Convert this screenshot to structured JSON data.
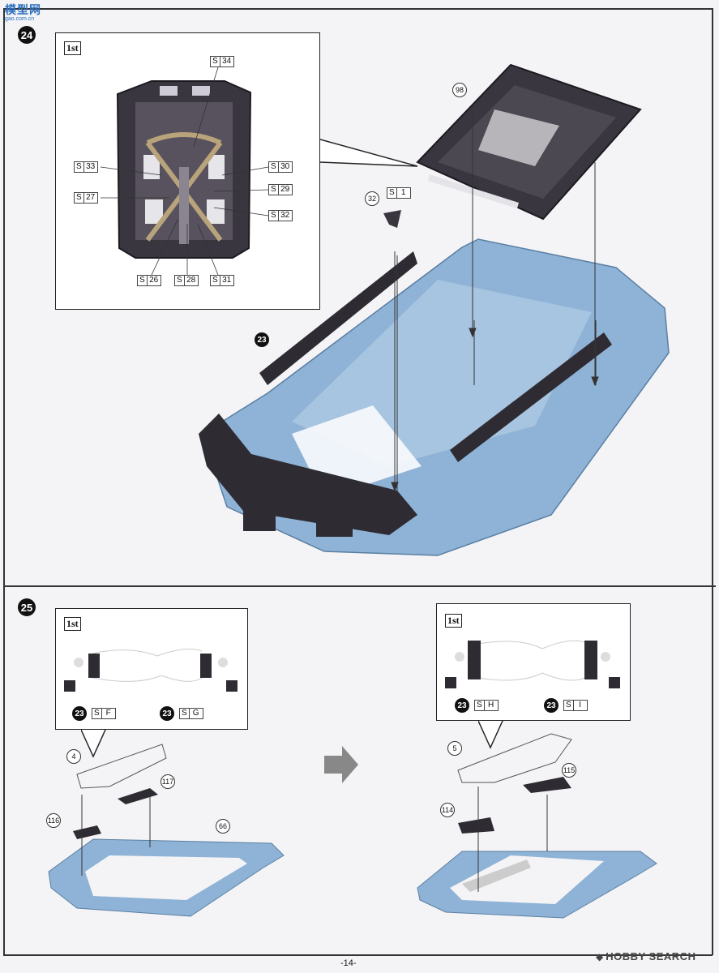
{
  "watermark": {
    "top_text": "模型网",
    "sub_text": "gao.com.cn"
  },
  "page_number": "-14-",
  "site_mark": "HOBBY SEARCH",
  "step24": {
    "number": "24",
    "callout_label": "1st",
    "detail_tags": [
      {
        "s": "S",
        "n": "34"
      },
      {
        "s": "S",
        "n": "33"
      },
      {
        "s": "S",
        "n": "30"
      },
      {
        "s": "S",
        "n": "27"
      },
      {
        "s": "S",
        "n": "29"
      },
      {
        "s": "S",
        "n": "32"
      },
      {
        "s": "S",
        "n": "26"
      },
      {
        "s": "S",
        "n": "28"
      },
      {
        "s": "S",
        "n": "31"
      }
    ],
    "part_seat": "98",
    "part_small": "32",
    "part_small_tag": {
      "s": "S",
      "n": "1"
    },
    "decal_ref": "23"
  },
  "step25": {
    "number": "25",
    "left": {
      "callout_label": "1st",
      "decal_ref_a": "23",
      "tag_a": {
        "s": "S",
        "n": "F"
      },
      "decal_ref_b": "23",
      "tag_b": {
        "s": "S",
        "n": "G"
      },
      "part_panel": "4",
      "part_a": "117",
      "part_b": "116",
      "part_frame": "66"
    },
    "right": {
      "callout_label": "1st",
      "decal_ref_a": "23",
      "tag_a": {
        "s": "S",
        "n": "H"
      },
      "decal_ref_b": "23",
      "tag_b": {
        "s": "S",
        "n": "I"
      },
      "part_panel": "5",
      "part_a": "115",
      "part_b": "114"
    },
    "arrow_icon": "right-arrow-icon"
  },
  "colors": {
    "body_blue": "#8fb3d6",
    "dark_part": "#2e2b33",
    "tan_belt": "#b9a37a"
  }
}
